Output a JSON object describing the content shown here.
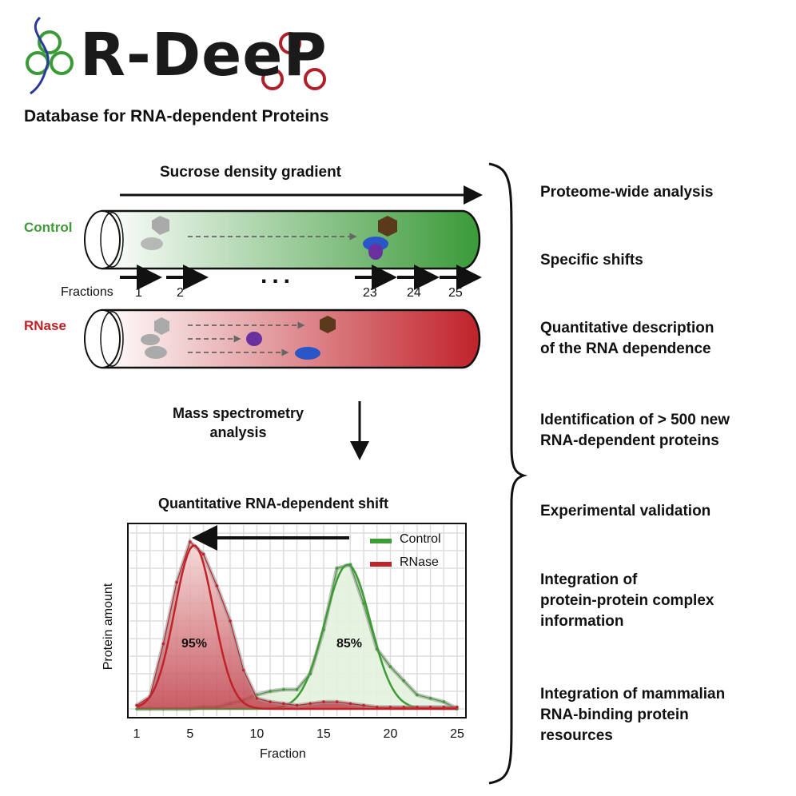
{
  "header": {
    "logo": "R-DeeP",
    "subtitle": "Database for RNA-dependent Proteins"
  },
  "gradient": {
    "title": "Sucrose density gradient",
    "control_label": "Control",
    "rnase_label": "RNase",
    "fractions_label": "Fractions",
    "fraction_numbers": [
      "1",
      "2",
      "23",
      "24",
      "25"
    ],
    "ellipsis": "...",
    "ms_label_1": "Mass spectrometry",
    "ms_label_2": "analysis"
  },
  "colors": {
    "control": "#3f9b35",
    "rnase": "#c0222a",
    "logo_blue": "#2a3a9a"
  },
  "features": [
    "Proteome-wide analysis",
    "Specific shifts",
    "Quantitative description\nof the RNA dependence",
    "Identification of > 500 new\nRNA-dependent proteins",
    "Experimental validation",
    "Integration of\nprotein-protein complex\ninformation",
    "Integration of mammalian\nRNA-binding protein\nresources"
  ],
  "chart_data": {
    "type": "line",
    "title": "Quantitative RNA-dependent shift",
    "xlabel": "Fraction",
    "ylabel": "Protein amount",
    "xlim": [
      1,
      25
    ],
    "ylim": [
      0,
      1
    ],
    "x_ticks": [
      1,
      5,
      10,
      15,
      20,
      25
    ],
    "legend": [
      "Control",
      "RNase"
    ],
    "legend_position": "top-right",
    "annotations": [
      "95%",
      "85%"
    ],
    "x": [
      1,
      2,
      3,
      4,
      5,
      6,
      7,
      8,
      9,
      10,
      11,
      12,
      13,
      14,
      15,
      16,
      17,
      18,
      19,
      20,
      21,
      22,
      23,
      24,
      25
    ],
    "series": [
      {
        "name": "Control",
        "values": [
          0,
          0,
          0,
          0,
          0,
          0.01,
          0.01,
          0.03,
          0.05,
          0.08,
          0.1,
          0.11,
          0.11,
          0.2,
          0.45,
          0.8,
          0.82,
          0.6,
          0.34,
          0.24,
          0.16,
          0.08,
          0.06,
          0.04,
          0
        ],
        "fit_peak": 16.8,
        "fit_height": 0.82,
        "fit_sigma": 1.7
      },
      {
        "name": "RNase",
        "values": [
          0.02,
          0.07,
          0.37,
          0.72,
          0.95,
          0.88,
          0.7,
          0.5,
          0.22,
          0.06,
          0.04,
          0.03,
          0.02,
          0.03,
          0.04,
          0.04,
          0.03,
          0.02,
          0.01,
          0.01,
          0.01,
          0.01,
          0.01,
          0.01,
          0.01
        ],
        "fit_peak": 5.3,
        "fit_height": 0.93,
        "fit_sigma": 1.45
      }
    ]
  }
}
